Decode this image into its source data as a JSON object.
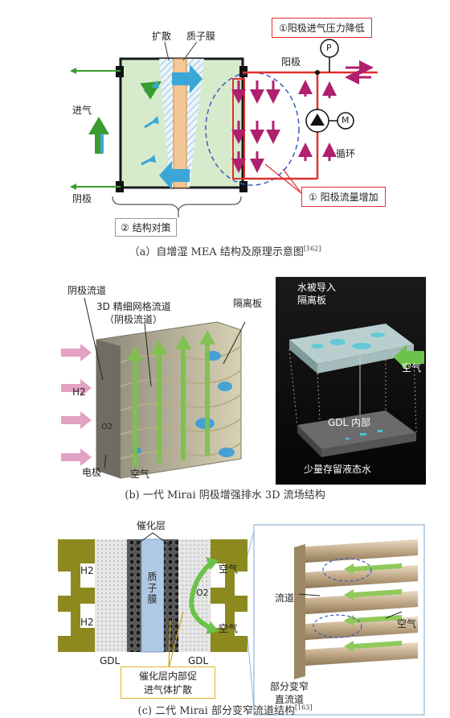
{
  "panel_a": {
    "labels": {
      "diffusion": "扩散",
      "membrane": "质子膜",
      "inlet": "进气",
      "cathode": "阴极",
      "anode": "阳极",
      "circulation": "循环",
      "pressure_gauge": "P",
      "motor": "M",
      "pressure_drop": "①阳极进气压力降低",
      "flow_increase": "① 阳极流量增加",
      "structure_measure": "② 结构对策"
    },
    "caption": "（a）自增湿 MEA 结构及原理示意图",
    "caption_ref": "[162]"
  },
  "panel_b": {
    "labels": {
      "cathode_channel": "阴极流道",
      "mesh_channel": "3D 精细网格流道",
      "mesh_channel_sub": "（阴极流道）",
      "separator": "隔离板",
      "h2": "H2",
      "o2": "O2",
      "electrode": "电极",
      "air": "空气",
      "water_to_plate": "水被导入",
      "water_to_plate2": "隔离板",
      "air_right": "空气",
      "gdl_inside": "GDL 内部",
      "little_water": "少量存留液态水"
    },
    "caption": "(b)  一代 Mirai 阴极增强排水 3D 流场结构"
  },
  "panel_c": {
    "labels": {
      "catalyst_layer": "催化层",
      "membrane": "质子膜",
      "h2_top": "H2",
      "h2_bottom": "H2",
      "air_top": "空气",
      "air_bottom": "空气",
      "o2": "O2",
      "gdl_left": "GDL",
      "gdl_right": "GDL",
      "catalyst_note1": "催化层内部促",
      "catalyst_note2": "进气体扩散",
      "channel": "流道",
      "air_right": "空气",
      "narrow1": "部分变窄",
      "narrow2": "直流道"
    },
    "caption": "(c)  二代 Mirai 部分变窄流道结构",
    "caption_ref": "[163]"
  },
  "colors": {
    "membrane": "#f4c796",
    "mea_fill": "#d6ebcc",
    "flow_red": "#e0302f",
    "arrow_green": "#3a9b2f",
    "arrow_blue": "#3aa7d8",
    "arrow_magenta": "#b0206e"
  }
}
